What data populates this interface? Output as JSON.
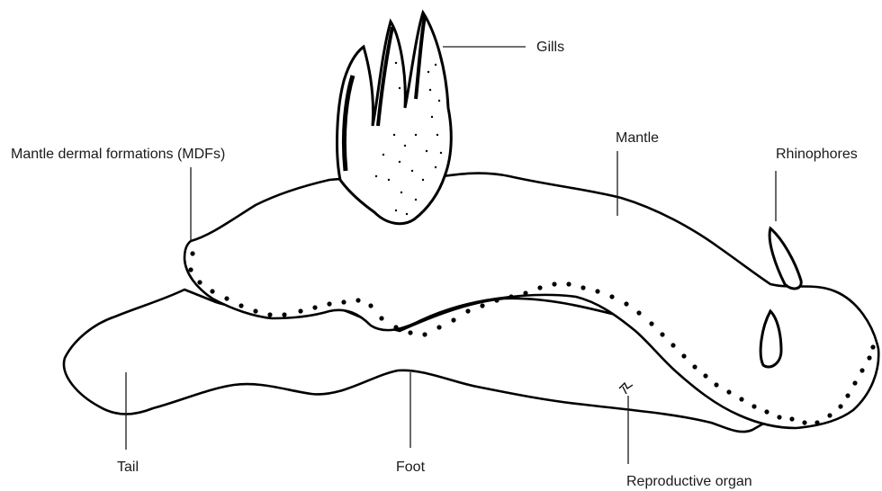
{
  "labels": {
    "gills": "Gills",
    "mdfs": "Mantle dermal formations (MDFs)",
    "mantle": "Mantle",
    "rhinophores": "Rhinophores",
    "tail": "Tail",
    "foot": "Foot",
    "reproductive_organ": "Reproductive organ"
  }
}
